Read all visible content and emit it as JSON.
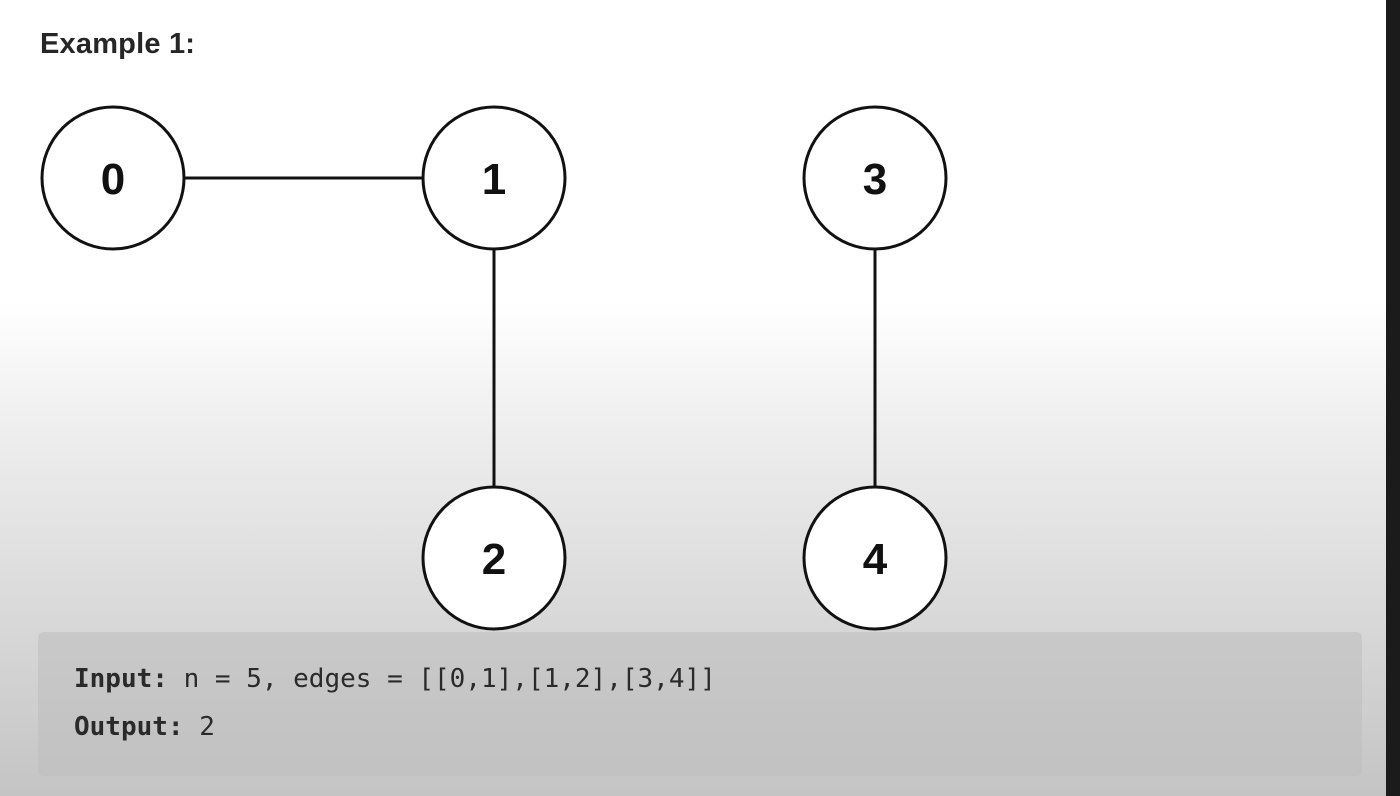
{
  "example": {
    "title": "Example 1:"
  },
  "graph": {
    "nodes": [
      {
        "id": "0",
        "label": "0"
      },
      {
        "id": "1",
        "label": "1"
      },
      {
        "id": "2",
        "label": "2"
      },
      {
        "id": "3",
        "label": "3"
      },
      {
        "id": "4",
        "label": "4"
      }
    ],
    "edges": [
      {
        "from": "0",
        "to": "1"
      },
      {
        "from": "1",
        "to": "2"
      },
      {
        "from": "3",
        "to": "4"
      }
    ]
  },
  "io": {
    "input_label": "Input:",
    "input_value": " n = 5, edges = [[0,1],[1,2],[3,4]]",
    "output_label": "Output:",
    "output_value": " 2"
  }
}
